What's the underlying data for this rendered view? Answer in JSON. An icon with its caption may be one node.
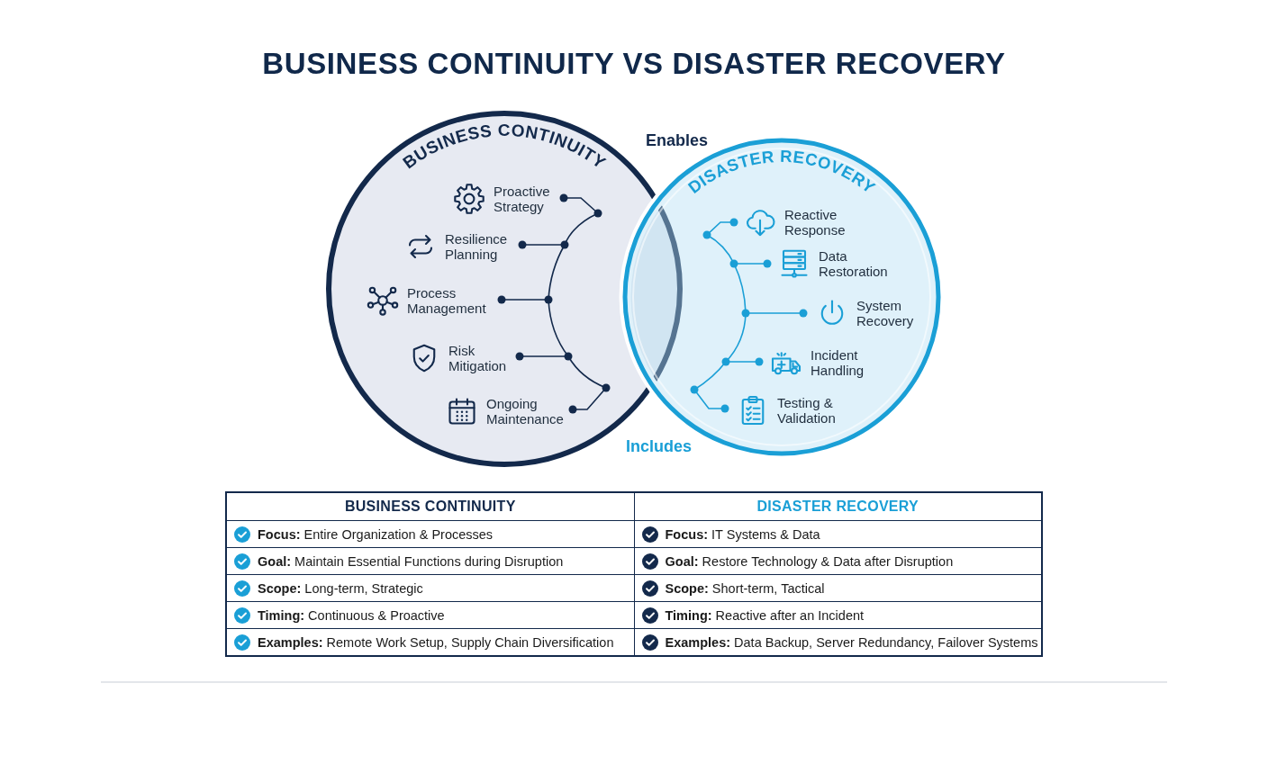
{
  "diagram": {
    "title": "BUSINESS CONTINUITY VS DISASTER RECOVERY",
    "nodes": [
      {
        "text": [
          "BUSINESS CONTINUITY"
        ]
      },
      {
        "text": [
          "Proactive Strategy"
        ],
        "in": 0
      },
      {
        "text": [
          "Resilience Planning"
        ],
        "in": 0
      },
      {
        "text": [
          "Process Management"
        ],
        "in": 0
      },
      {
        "text": [
          "Risk Mitigation"
        ],
        "in": 0
      },
      {
        "text": [
          "Ongoing Maintenance"
        ],
        "in": 0
      },
      {
        "text": [
          "DISASTER RECOVERY"
        ]
      },
      {
        "text": [
          "Reactive Response"
        ],
        "in": 6
      },
      {
        "text": [
          "Data Restoration"
        ],
        "in": 6
      },
      {
        "text": [
          "System Recovery"
        ],
        "in": 6
      },
      {
        "text": [
          "Incident Handling"
        ],
        "in": 6
      },
      {
        "text": [
          "Testing & Validation"
        ],
        "in": 6
      }
    ],
    "labels": [
      "Enables",
      "Includes",
      "BUSINESS CONTINUITY",
      "DISASTER RECOVERY",
      "**Focus:** Entire Organization & Processes",
      "**Focus:** IT Systems & Data",
      "**Goal:** Maintain Essential Functions during Disruption",
      "**Goal:** Restore Technology & Data after Disruption",
      "**Scope:** Long-term, Strategic",
      "**Scope:** Short-term, Tactical",
      "**Timing:** Continuous & Proactive",
      "**Timing:** Reactive after an Incident",
      "**Examples:** Remote Work Setup, Supply Chain Diversification",
      "**Examples:** Data Backup, Server Redundancy, Failover Systems"
    ]
  }
}
